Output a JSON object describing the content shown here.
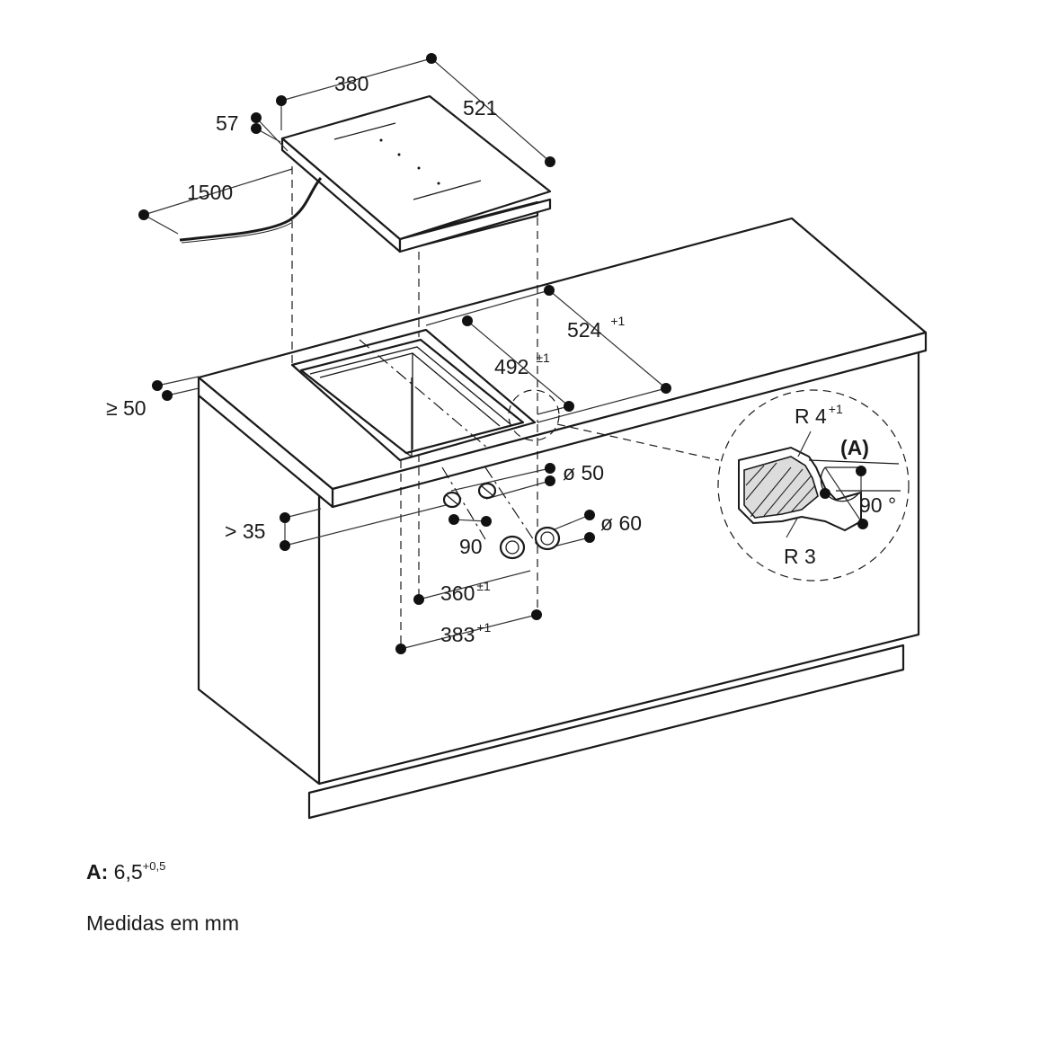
{
  "hob": {
    "width": "380",
    "depth": "521",
    "height": "57",
    "cable": "1500"
  },
  "cutout": {
    "depth": "524",
    "depth_tol": "+1",
    "width": "492",
    "width_tol": "±1",
    "min_front": "≥ 50",
    "inner_width": "360",
    "inner_width_tol": "±1",
    "outer_width": "383",
    "outer_width_tol": "+1"
  },
  "ventilation": {
    "hole_small": "ø 50",
    "hole_large": "ø 60",
    "min_depth": "> 35",
    "spacing": "90"
  },
  "detail": {
    "radius_top": "R 4",
    "radius_top_tol": "+1",
    "label": "(A)",
    "angle": "90 °",
    "radius_bottom": "R 3"
  },
  "notes": {
    "a_key": "A:",
    "a_value": "6,5",
    "a_tol": "+0,5",
    "units": "Medidas em mm"
  }
}
